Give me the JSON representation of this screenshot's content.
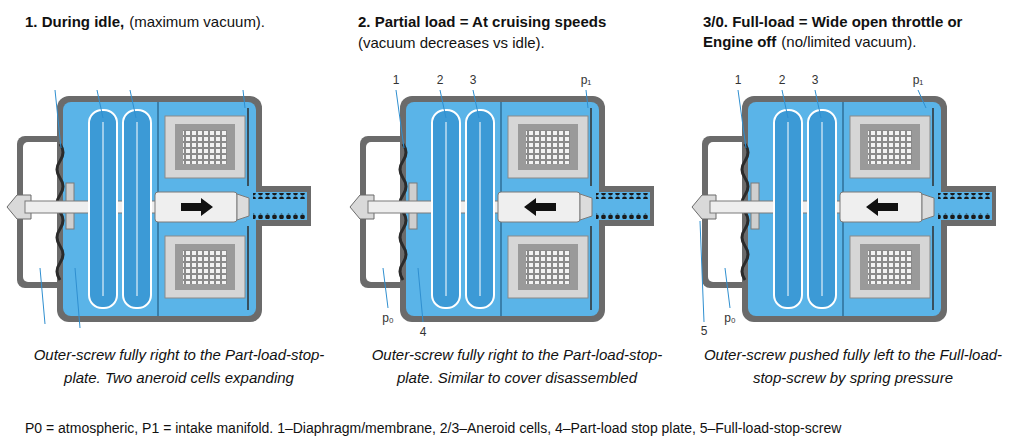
{
  "diagram": {
    "caption": "P0 = atmospheric, P1 = intake manifold. 1–Diaphragm/membrane, 2/3–Aneroid cells, 4–Part-load stop plate, 5–Full-load-stop-screw",
    "labels": [
      "1. During idle,",
      "(maximum vacuum).",
      "2. Partial load = At cruising speeds",
      "(vacuum decreases vs idle).",
      "3/0. Full-load = Wide open throttle or Engine off",
      "(no/limited vacuum).",
      "1",
      "2",
      "3",
      "p₁",
      "p₀",
      "4",
      "1",
      "2",
      "3",
      "p₁",
      "5",
      "p₀",
      "Outer-screw fully right to the Part-load-stop-plate. Two aneroid cells expanding",
      "Outer-screw fully right to the Part-load-stop-plate. Similar to cover disassembled",
      "Outer-screw pushed fully left to the Full-load-stop-screw by spring pressure"
    ]
  }
}
